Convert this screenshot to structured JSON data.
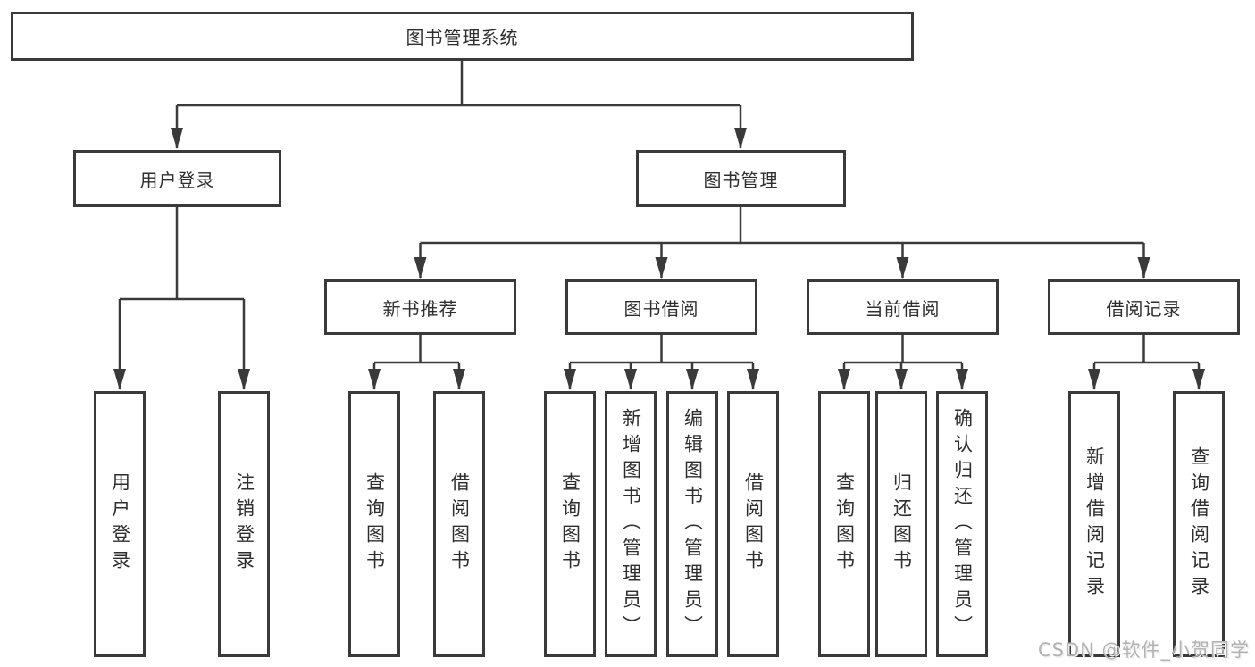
{
  "diagram": {
    "root": "图书管理系统",
    "level2": [
      "用户登录",
      "图书管理"
    ],
    "level3": [
      "新书推荐",
      "图书借阅",
      "当前借阅",
      "借阅记录"
    ],
    "leaves_user_login": [
      "用户登录",
      "注销登录"
    ],
    "leaves_new_book": [
      "查询图书",
      "借阅图书"
    ],
    "leaves_book_borrow": [
      "查询图书",
      "新增图书（管理员）",
      "编辑图书（管理员）",
      "借阅图书"
    ],
    "leaves_current_borrow": [
      "查询图书",
      "归还图书",
      "确认归还（管理员）"
    ],
    "leaves_borrow_records": [
      "新增借阅记录",
      "查询借阅记录"
    ]
  },
  "watermark": "CSDN @软件_小贺同学",
  "colors": {
    "line": "#3a3a3a",
    "box_border": "#3a3a3a",
    "text": "#2e2e2e",
    "watermark": "#b2b2b2",
    "background": "#ffffff"
  }
}
